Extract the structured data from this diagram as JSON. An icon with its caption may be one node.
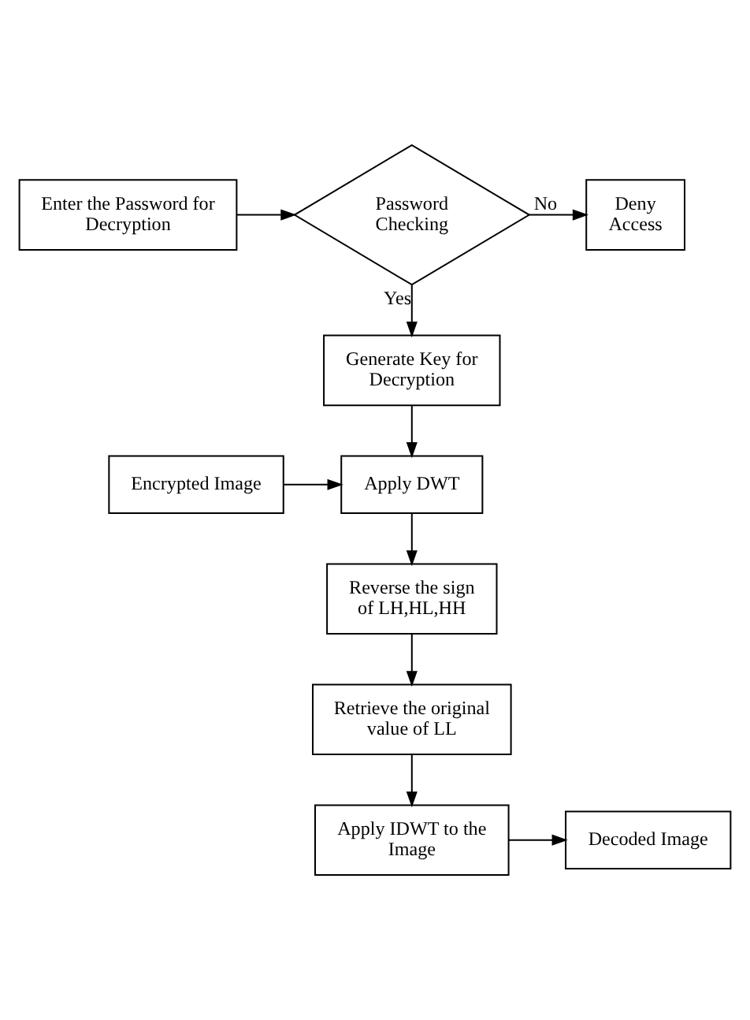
{
  "diagram": {
    "nodes": [
      {
        "text": [
          "Enter the Password for Decryption"
        ]
      },
      {
        "text": [
          "Password Checking"
        ]
      },
      {
        "text": [
          "Deny Access"
        ]
      },
      {
        "text": [
          "Generate Key for Decryption"
        ]
      },
      {
        "text": [
          "Encrypted Image"
        ]
      },
      {
        "text": [
          "Apply DWT"
        ]
      },
      {
        "text": [
          "Reverse the sign of LH,HL,HH"
        ]
      },
      {
        "text": [
          "Retrieve the original value of LL"
        ]
      },
      {
        "text": [
          "Decoded Image"
        ]
      },
      {
        "text": [
          "Apply IDWT to the Image"
        ]
      }
    ],
    "edges": [
      {
        "from": 0,
        "to": 1,
        "arrow": "to"
      },
      {
        "from": 1,
        "to": 2,
        "arrow": "to",
        "label": "No"
      },
      {
        "from": 1,
        "to": 3,
        "arrow": "to",
        "label": "Yes"
      },
      {
        "from": 3,
        "to": 5,
        "arrow": "to"
      },
      {
        "from": 4,
        "to": 5,
        "arrow": "to"
      },
      {
        "from": 5,
        "to": 6,
        "arrow": "to"
      },
      {
        "from": 6,
        "to": 7,
        "arrow": "to"
      },
      {
        "from": 7,
        "to": 9,
        "arrow": "to"
      },
      {
        "from": 9,
        "to": 8,
        "arrow": "to"
      }
    ]
  }
}
